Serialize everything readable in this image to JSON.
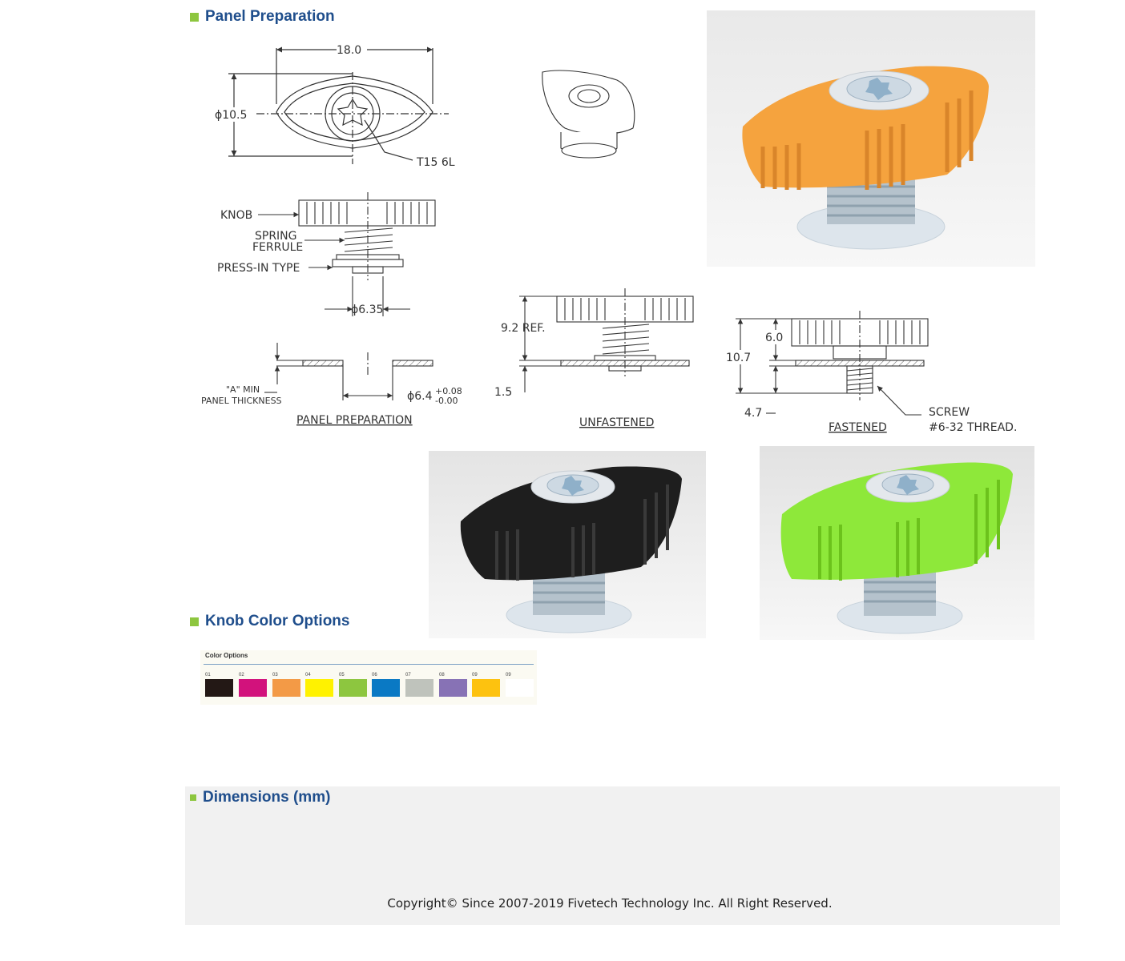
{
  "sections": {
    "panel_preparation": "Panel Preparation",
    "knob_color_options": "Knob Color Options",
    "dimensions": "Dimensions (mm)"
  },
  "drawing": {
    "top_view": {
      "width_dim": "18.0",
      "diameter_dim": "ϕ10.5",
      "drive": "T15 6L"
    },
    "parts": {
      "knob": "KNOB",
      "spring": "SPRING",
      "ferrule": "FERRULE",
      "press_in": "PRESS-IN TYPE",
      "dia_635": "ϕ6.35"
    },
    "panel_prep": {
      "a_min": "\"A\" MIN",
      "panel_thickness": "PANEL THICKNESS",
      "hole_dia": "ϕ6.4",
      "tol_plus": "+0.08",
      "tol_minus": "-0.00",
      "label": "PANEL PREPARATION"
    },
    "unfastened": {
      "ref": "9.2 REF.",
      "dim_15": "1.5",
      "label": "UNFASTENED"
    },
    "fastened": {
      "dim_60": "6.0",
      "dim_107": "10.7",
      "dim_47": "4.7",
      "screw": "SCREW",
      "thread": "#6-32  THREAD.",
      "label": "FASTENED"
    }
  },
  "photos": {
    "orange": {
      "color": "#f5a33e"
    },
    "black": {
      "color": "#1e1e1e"
    },
    "green": {
      "color": "#8ee83a"
    }
  },
  "color_options": {
    "title": "Color Options",
    "swatches": [
      {
        "code": "01",
        "color": "#231815"
      },
      {
        "code": "02",
        "color": "#d2127c"
      },
      {
        "code": "03",
        "color": "#f39a46"
      },
      {
        "code": "04",
        "color": "#fff200"
      },
      {
        "code": "05",
        "color": "#8dc63f"
      },
      {
        "code": "06",
        "color": "#0a79c4"
      },
      {
        "code": "07",
        "color": "#bfc3bc"
      },
      {
        "code": "08",
        "color": "#8772b5"
      },
      {
        "code": "09",
        "color": "#fdc20f"
      },
      {
        "code": "09",
        "color": "#ffffff"
      }
    ]
  },
  "footer": {
    "copyright": "Copyright© Since 2007-2019 Fivetech Technology Inc. All Right Reserved."
  }
}
